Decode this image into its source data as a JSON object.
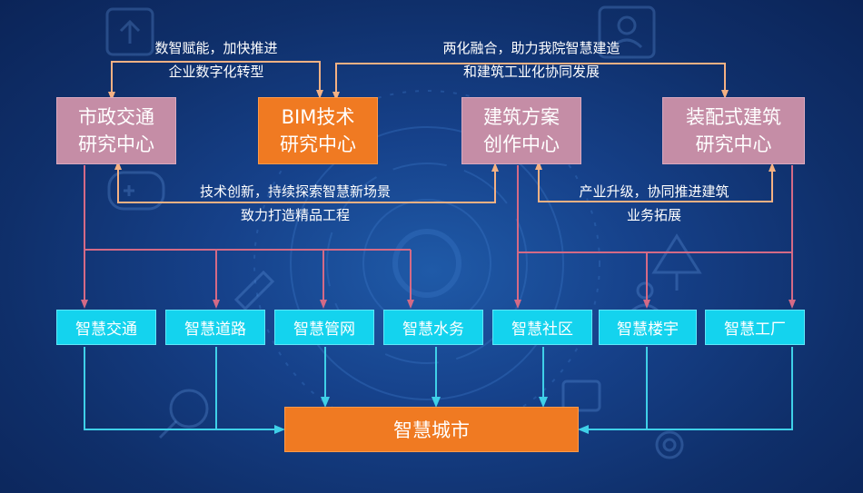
{
  "centers": [
    {
      "id": "municipal",
      "label": "市政交通\n研究中心",
      "color": "#c58da6"
    },
    {
      "id": "bim",
      "label": "BIM技术\n研究中心",
      "color": "#f07a22"
    },
    {
      "id": "architecture",
      "label": "建筑方案\n创作中心",
      "color": "#c58da6"
    },
    {
      "id": "prefab",
      "label": "装配式建筑\n研究中心",
      "color": "#c58da6"
    }
  ],
  "captions": {
    "top_left": [
      "数智赋能，加快推进",
      "企业数字化转型"
    ],
    "top_right": [
      "两化融合，助力我院智慧建造",
      "和建筑工业化协同发展"
    ],
    "mid_left": [
      "技术创新，持续探索智慧新场景",
      "致力打造精品工程"
    ],
    "mid_right": [
      "产业升级，协同推进建筑",
      "业务拓展"
    ]
  },
  "smart_items": [
    "智慧交通",
    "智慧道路",
    "智慧管网",
    "智慧水务",
    "智慧社区",
    "智慧楼宇",
    "智慧工厂"
  ],
  "smart_city": "智慧城市",
  "colors": {
    "arrow_orange": "#f4b183",
    "arrow_pink": "#d46a86",
    "arrow_cyan": "#3fd0e8",
    "smart_box": "#14d3ee",
    "city_box": "#f07a22"
  },
  "background_icons": [
    "upload-icon",
    "user-icon",
    "gamepad-icon",
    "tree-icon",
    "magnifier-icon",
    "at-icon",
    "photo-icon",
    "pencil-icon",
    "person-network-icon"
  ]
}
